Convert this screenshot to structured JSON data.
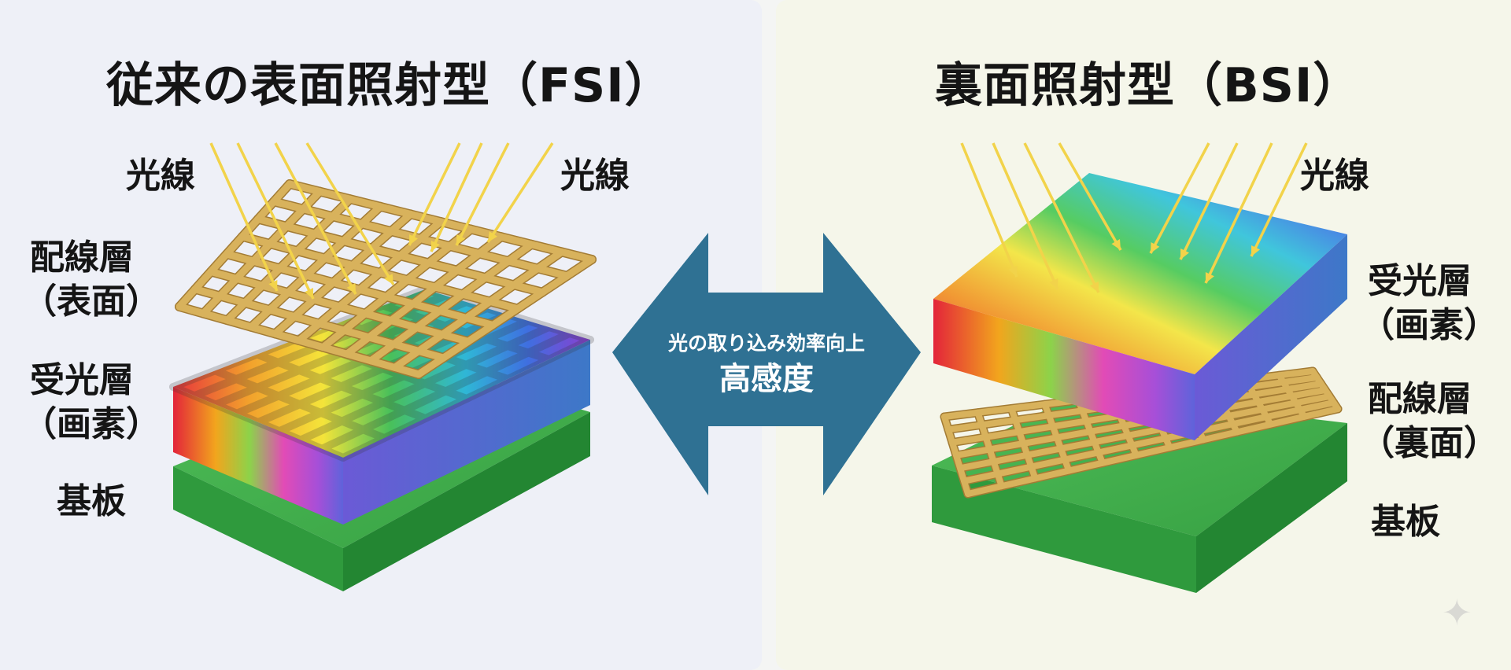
{
  "left_panel": {
    "title": "従来の表面照射型（FSI）",
    "light_label_left": "光線",
    "light_label_right": "光線",
    "wiring_layer": [
      "配線層",
      "（表面）"
    ],
    "photo_layer": [
      "受光層",
      "（画素）"
    ],
    "substrate": "基板"
  },
  "right_panel": {
    "title": "裏面照射型（BSI）",
    "light_label": "光線",
    "photo_layer": [
      "受光層",
      "（画素）"
    ],
    "wiring_layer": [
      "配線層",
      "（裏面）"
    ],
    "substrate": "基板"
  },
  "center_arrow": {
    "line1": "光の取り込み効率向上",
    "line2": "高感度",
    "color": "#2f7193"
  },
  "colors": {
    "light_ray": "#f2d34a",
    "wiring": "#d8b25c",
    "substrate": "#3fa647"
  }
}
